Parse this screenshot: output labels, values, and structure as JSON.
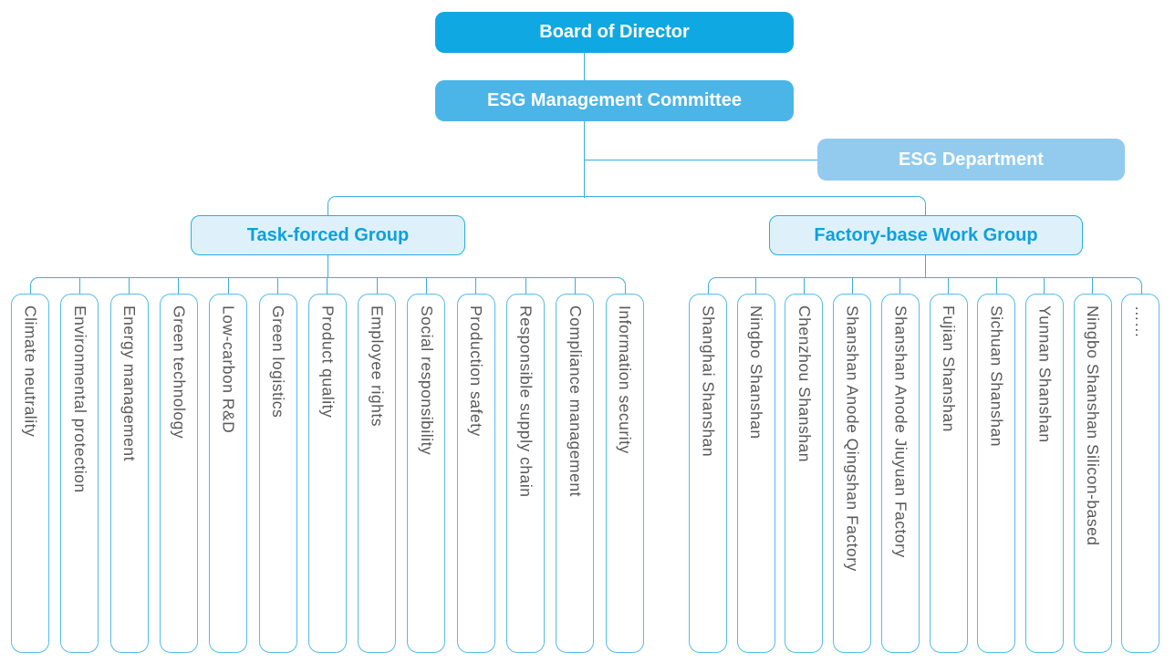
{
  "nodes": {
    "board": {
      "label": "Board of Director"
    },
    "committee": {
      "label": "ESG Management Committee"
    },
    "department": {
      "label": "ESG Department"
    }
  },
  "groups": [
    {
      "label": "Task-forced Group",
      "children": [
        "Climate neutrality",
        "Environmental protection",
        "Energy management",
        "Green technology",
        "Low-carbon R&D",
        "Green logistics",
        "Product quality",
        "Employee rights",
        "Social responsibility",
        "Production safety",
        "Responsible supply chain",
        "Compliance management",
        "Information security"
      ]
    },
    {
      "label": "Factory-base Work Group",
      "children": [
        "Shanghai Shanshan",
        "Ningbo Shanshan",
        "Chenzhou Shanshan",
        "Shanshan Anode Qingshan Factory",
        "Shanshan Anode Jiuyuan Factory",
        "Fujian Shanshan",
        "Sichuan Shanshan",
        "Yunnan Shanshan",
        "Ningbo Shanshan Silicon-based",
        "……"
      ]
    }
  ],
  "colors": {
    "rootBg": "#10a8e2",
    "committeeBg": "#4bb5e8",
    "deptBg": "#92cbed",
    "groupBg": "#def1fb",
    "groupBorder": "#2cace3",
    "groupText": "#0ea0de",
    "leafBorder": "#56bce9",
    "leafText": "#58595b",
    "line": "#3caee2"
  }
}
